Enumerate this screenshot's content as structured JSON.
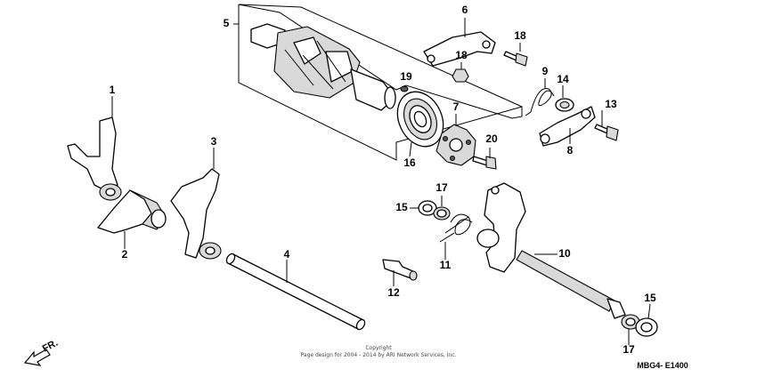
{
  "callouts": {
    "p1": "1",
    "p2": "2",
    "p3": "3",
    "p4": "4",
    "p5": "5",
    "p6": "6",
    "p7": "7",
    "p8": "8",
    "p9": "9",
    "p10": "10",
    "p11": "11",
    "p12": "12",
    "p13": "13",
    "p14": "14",
    "p15a": "15",
    "p15b": "15",
    "p16": "16",
    "p17a": "17",
    "p17b": "17",
    "p18a": "18",
    "p18b": "18",
    "p19": "19",
    "p20": "20"
  },
  "direction_label": "FR.",
  "copyright_line1": "Copyright",
  "copyright_line2": "Page design for 2004 - 2014 by ARI Network Services, Inc.",
  "diagram_code": "MBG4- E1400"
}
